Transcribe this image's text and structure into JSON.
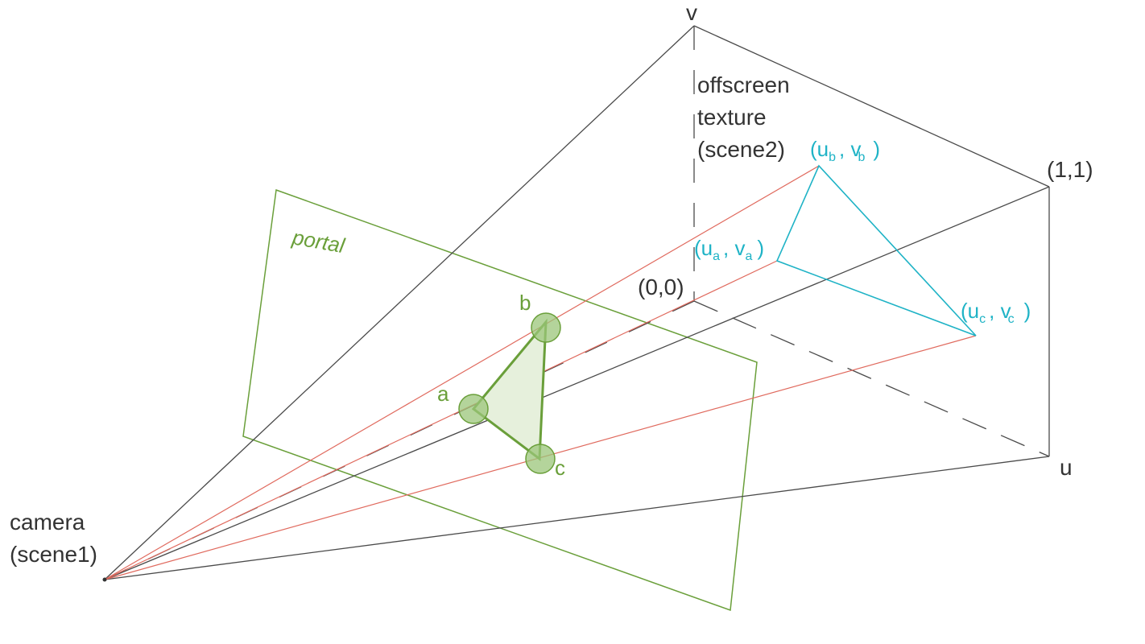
{
  "colors": {
    "frustum": "#4a4a4a",
    "rays": "#e06a5e",
    "portal": "#6a9f3a",
    "portal_fill": "#e6f0dc",
    "vertex_fill": "#9bc57a",
    "uv_triangle": "#1fb3c6",
    "dark_text": "#333333"
  },
  "labels": {
    "v_axis": "v",
    "u_axis": "u",
    "texture_line1": "offscreen",
    "texture_line2": "texture",
    "texture_line3": "(scene2)",
    "corner_11": "(1,1)",
    "corner_00": "(0,0)",
    "portal": "portal",
    "vertex_a": "a",
    "vertex_b": "b",
    "vertex_c": "c",
    "camera_line1": "camera",
    "camera_line2": "(scene1)"
  },
  "uv_labels": {
    "a": {
      "open": "(u",
      "sub_u": "a",
      "mid": ", v",
      "sub_v": "a",
      "close": ")"
    },
    "b": {
      "open": "(u",
      "sub_u": "b",
      "mid": ", v",
      "sub_v": "b",
      "close": ")"
    },
    "c": {
      "open": "(u",
      "sub_u": "c",
      "mid": ", v",
      "sub_v": "c",
      "close": ")"
    }
  },
  "icons": {
    "camera_point": "camera-origin-icon",
    "vertex_markers": "vertex-circle-icon"
  }
}
